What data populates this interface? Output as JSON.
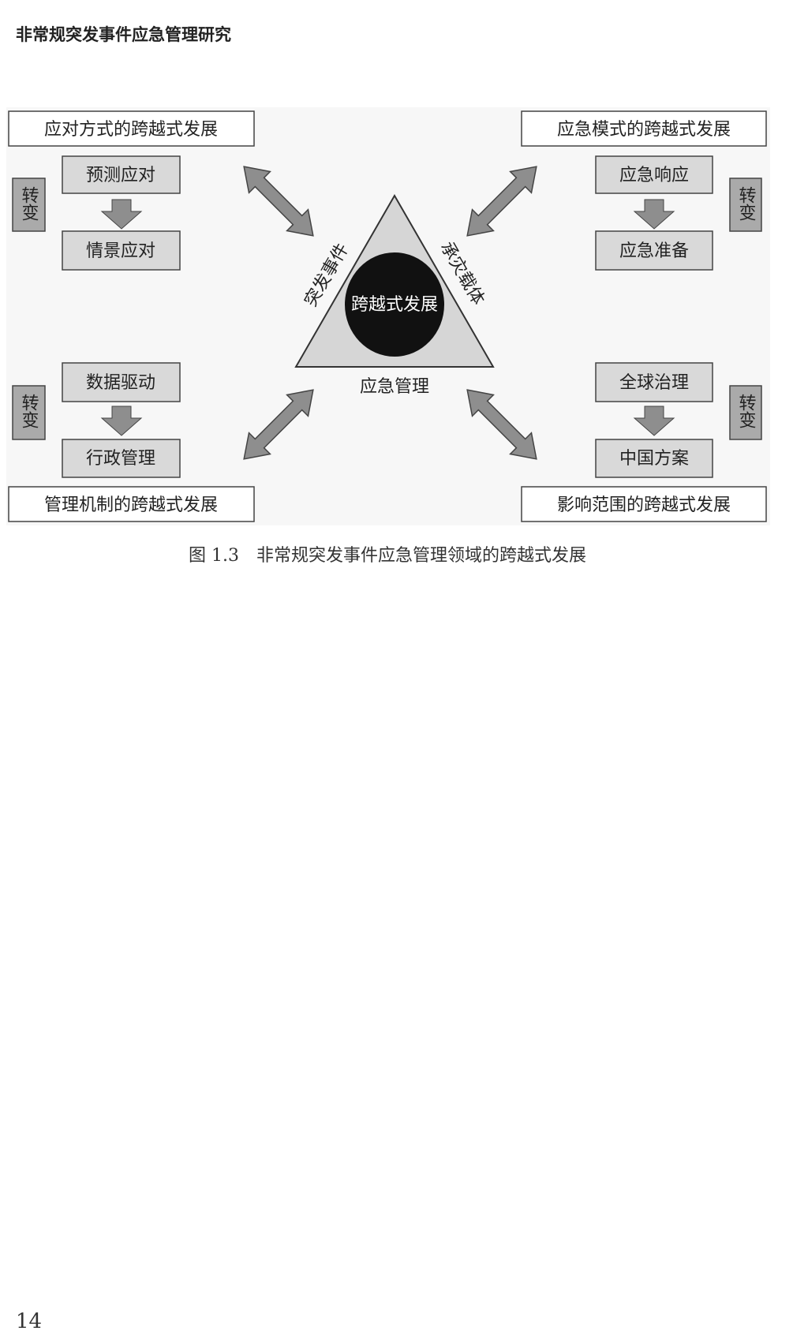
{
  "header": {
    "running_title": "非常规突发事件应急管理研究"
  },
  "figure": {
    "center": {
      "label": "跨越式发展",
      "side_left": "突发事件",
      "side_right": "承灾载体",
      "base": "应急管理"
    },
    "quadrants": [
      {
        "title": "应对方式的跨越式发展",
        "from": "预测应对",
        "to": "情景应对",
        "shift": "转变"
      },
      {
        "title": "应急模式的跨越式发展",
        "from": "应急响应",
        "to": "应急准备",
        "shift": "转变"
      },
      {
        "title": "管理机制的跨越式发展",
        "from": "数据驱动",
        "to": "行政管理",
        "shift": "转变"
      },
      {
        "title": "影响范围的跨越式发展",
        "from": "全球治理",
        "to": "中国方案",
        "shift": "转变"
      }
    ],
    "caption": "图 1.3　非常规突发事件应急管理领域的跨越式发展"
  },
  "footer": {
    "page_number": "14"
  }
}
